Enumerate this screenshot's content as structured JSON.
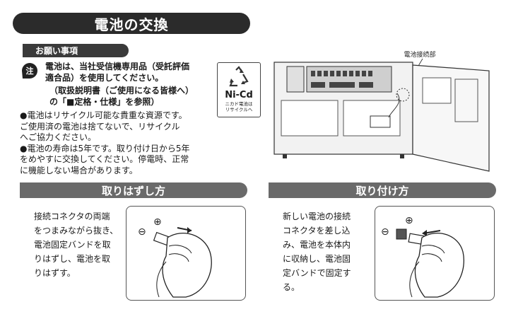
{
  "title": "電池の交換",
  "notice": {
    "heading": "お願い事項",
    "icon": "note-icon",
    "icon_label": "注",
    "note_lines": [
      "電池は、当社受信機専用品（受託評価",
      "適合品）を使用してください。"
    ],
    "paren_lines": [
      "（取扱説明書（ご使用になる皆様へ）",
      "の「■定格・仕様」を参照）"
    ],
    "bullets": [
      [
        "●電池はリサイクル可能な貴重な資源です。",
        "ご使用済の電池は捨てないで、リサイクル",
        "へご協力ください。"
      ],
      [
        "●電池の寿命は5年です。取り付け日から5年",
        "をめやすに交換してください。停電時、正常",
        "に機能しない場合があります。"
      ]
    ]
  },
  "recycle_mark": {
    "icon": "recycle-icon",
    "label": "Ni-Cd",
    "small_lines": [
      "ニカド電池は",
      "リサイクルへ"
    ]
  },
  "diagram": {
    "callout": "電池接続部"
  },
  "remove": {
    "heading": "取りはずし方",
    "lines": [
      "接続コネクタの両端",
      "をつまみながら抜き、",
      "電池固定バンドを取",
      "りはずし、電池を取",
      "りはずす。"
    ],
    "minus": "⊖",
    "plus": "⊕"
  },
  "install": {
    "heading": "取り付け方",
    "lines": [
      "新しい電池の接続",
      "コネクタを差し込",
      "み、電池を本体内",
      "に収納し、電池固",
      "定バンドで固定す",
      "る。"
    ],
    "minus": "⊖",
    "plus": "⊕"
  }
}
